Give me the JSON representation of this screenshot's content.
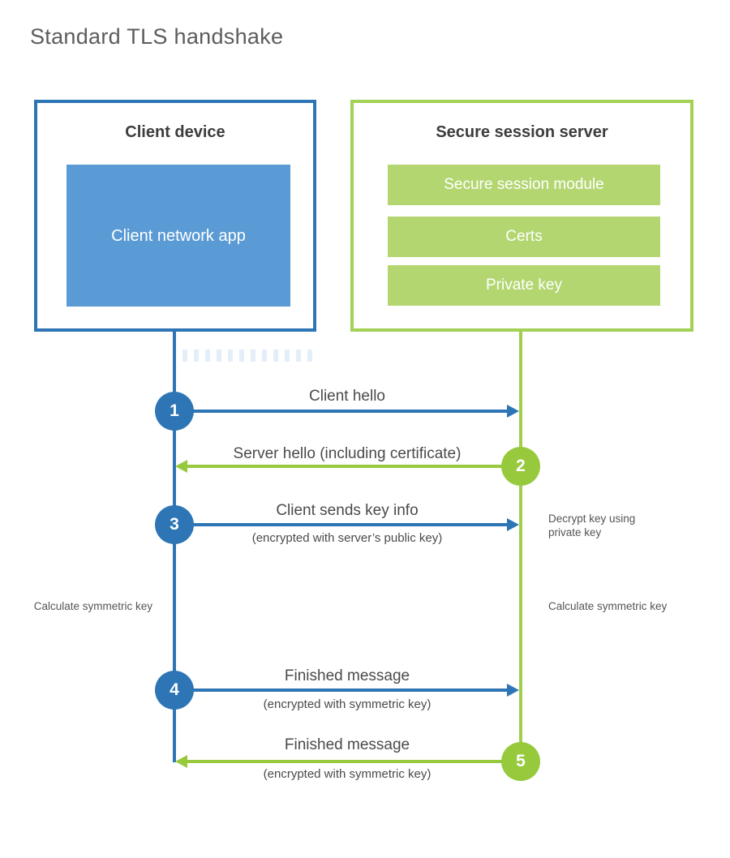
{
  "title": "Standard TLS handshake",
  "client": {
    "heading": "Client device",
    "app": "Client network app"
  },
  "server": {
    "heading": "Secure session server",
    "modules": [
      "Secure session module",
      "Certs",
      "Private key"
    ]
  },
  "steps": [
    {
      "num": "1",
      "label": "Client hello",
      "sub": "",
      "direction": "client-to-server"
    },
    {
      "num": "2",
      "label": "Server hello (including certificate)",
      "sub": "",
      "direction": "server-to-client"
    },
    {
      "num": "3",
      "label": "Client sends key info",
      "sub": "(encrypted with server’s public key)",
      "direction": "client-to-server"
    },
    {
      "num": "4",
      "label": "Finished message",
      "sub": "(encrypted with symmetric key)",
      "direction": "client-to-server"
    },
    {
      "num": "5",
      "label": "Finished message",
      "sub": "(encrypted with symmetric key)",
      "direction": "server-to-client"
    }
  ],
  "notes": {
    "decrypt": "Decrypt key using private key",
    "calc_left": "Calculate symmetric key",
    "calc_right": "Calculate symmetric key"
  },
  "colors": {
    "blue": "#2e75b6",
    "blue_fill": "#5b9bd5",
    "green": "#97c93d",
    "green_border": "#a3d155",
    "green_fill": "#b3d671",
    "heading_text": "#3d3d3d",
    "label_text": "#4a4a4a",
    "title_text": "#5c5c5c"
  }
}
